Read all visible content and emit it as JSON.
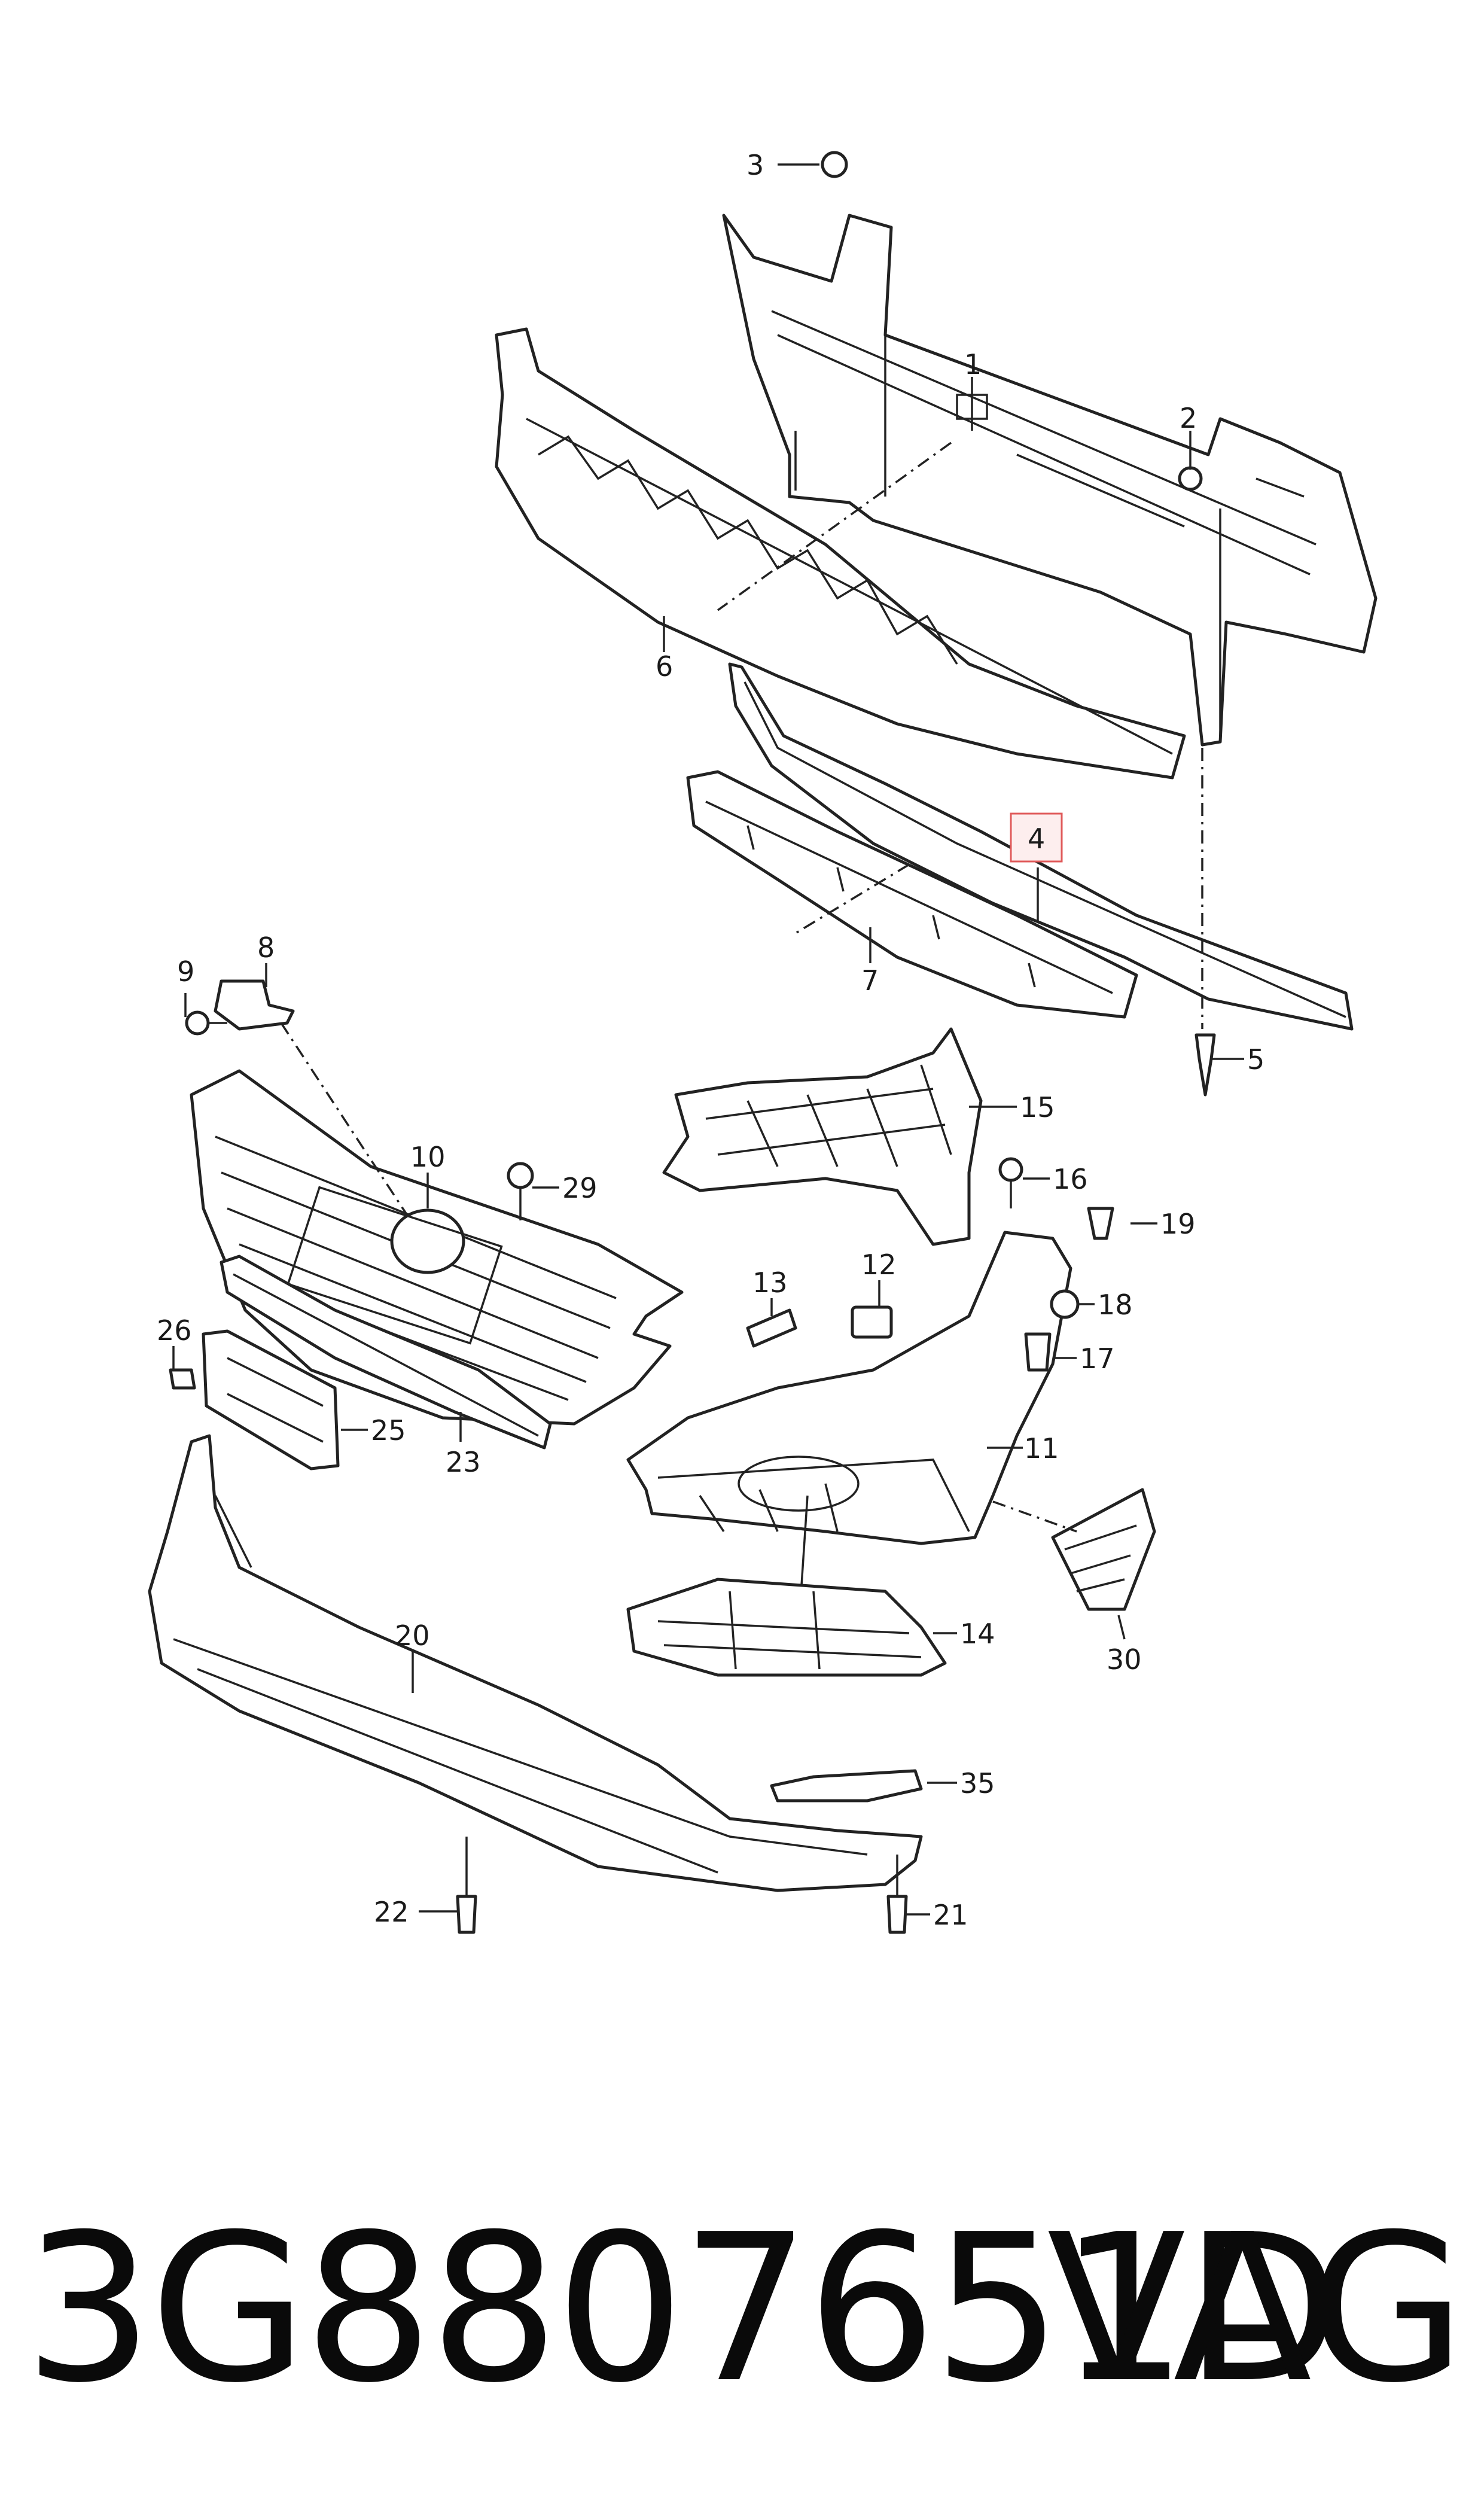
{
  "callouts": {
    "c1": "1",
    "c2": "2",
    "c3": "3",
    "c4": "4",
    "c5": "5",
    "c6": "6",
    "c7": "7",
    "c8": "8",
    "c9": "9",
    "c10": "10",
    "c11": "11",
    "c12": "12",
    "c13": "13",
    "c14": "14",
    "c15": "15",
    "c16": "16",
    "c17": "17",
    "c18": "18",
    "c19": "19",
    "c20": "20",
    "c21": "21",
    "c22": "22",
    "c23": "23",
    "c25": "25",
    "c26": "26",
    "c29": "29",
    "c30": "30",
    "c35": "35"
  },
  "highlight": {
    "part": "4",
    "color": "#e05a5a"
  },
  "footer": {
    "part_number": "3G8807651D",
    "brand": "VAG"
  }
}
